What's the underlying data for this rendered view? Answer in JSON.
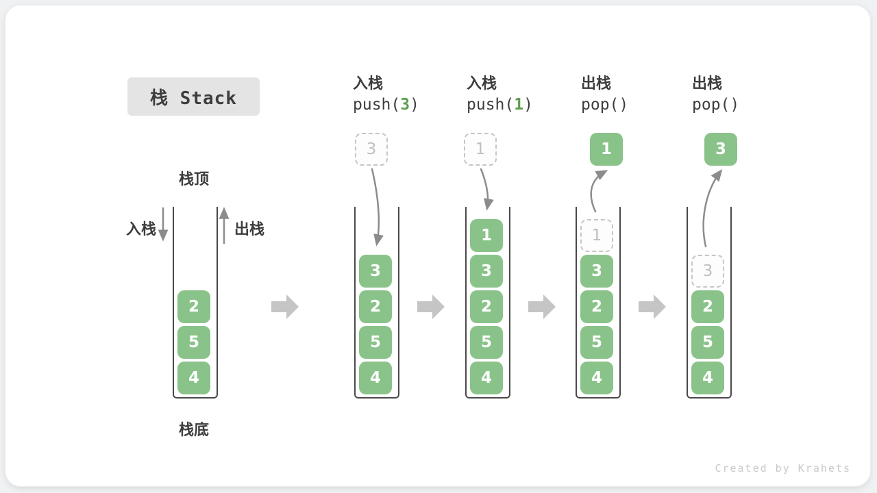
{
  "title": "栈 Stack",
  "watermark": "Created by Krahets",
  "labels": {
    "stack_top": "栈顶",
    "stack_bottom": "栈底",
    "push_side": "入栈",
    "pop_side": "出栈"
  },
  "colors": {
    "green": "#8ac38a",
    "green_arg": "#5ea052",
    "dashed_border": "#c6c6c6",
    "dashed_text": "#bfbfbf",
    "wall": "#494949",
    "text": "#3d3d3d",
    "curve_arrow": "#8c8c8c",
    "block_arrow": "#c5c5c5",
    "title_bg": "#e4e4e4"
  },
  "operations": [
    {
      "zh": "入栈",
      "code_pre": "push(",
      "code_arg": "3",
      "code_post": ")"
    },
    {
      "zh": "入栈",
      "code_pre": "push(",
      "code_arg": "1",
      "code_post": ")"
    },
    {
      "zh": "出栈",
      "code_pre": "pop()",
      "code_arg": "",
      "code_post": ""
    },
    {
      "zh": "出栈",
      "code_pre": "pop()",
      "code_arg": "",
      "code_post": ""
    }
  ],
  "stacks": [
    {
      "name": "initial",
      "cells": [
        {
          "value": "4",
          "style": "solid"
        },
        {
          "value": "5",
          "style": "solid"
        },
        {
          "value": "2",
          "style": "solid"
        }
      ],
      "float": null,
      "arrow": null
    },
    {
      "name": "after-push-3",
      "cells": [
        {
          "value": "4",
          "style": "solid"
        },
        {
          "value": "5",
          "style": "solid"
        },
        {
          "value": "2",
          "style": "solid"
        },
        {
          "value": "3",
          "style": "solid"
        }
      ],
      "float": {
        "value": "3",
        "style": "dashed"
      },
      "arrow": "push"
    },
    {
      "name": "after-push-1",
      "cells": [
        {
          "value": "4",
          "style": "solid"
        },
        {
          "value": "5",
          "style": "solid"
        },
        {
          "value": "2",
          "style": "solid"
        },
        {
          "value": "3",
          "style": "solid"
        },
        {
          "value": "1",
          "style": "solid"
        }
      ],
      "float": {
        "value": "1",
        "style": "dashed"
      },
      "arrow": "push"
    },
    {
      "name": "after-pop-1",
      "cells": [
        {
          "value": "4",
          "style": "solid"
        },
        {
          "value": "5",
          "style": "solid"
        },
        {
          "value": "2",
          "style": "solid"
        },
        {
          "value": "3",
          "style": "solid"
        },
        {
          "value": "1",
          "style": "dashed"
        }
      ],
      "float": {
        "value": "1",
        "style": "solid"
      },
      "arrow": "pop"
    },
    {
      "name": "after-pop-3",
      "cells": [
        {
          "value": "4",
          "style": "solid"
        },
        {
          "value": "5",
          "style": "solid"
        },
        {
          "value": "2",
          "style": "solid"
        },
        {
          "value": "3",
          "style": "dashed"
        }
      ],
      "float": {
        "value": "3",
        "style": "solid"
      },
      "arrow": "pop"
    }
  ]
}
